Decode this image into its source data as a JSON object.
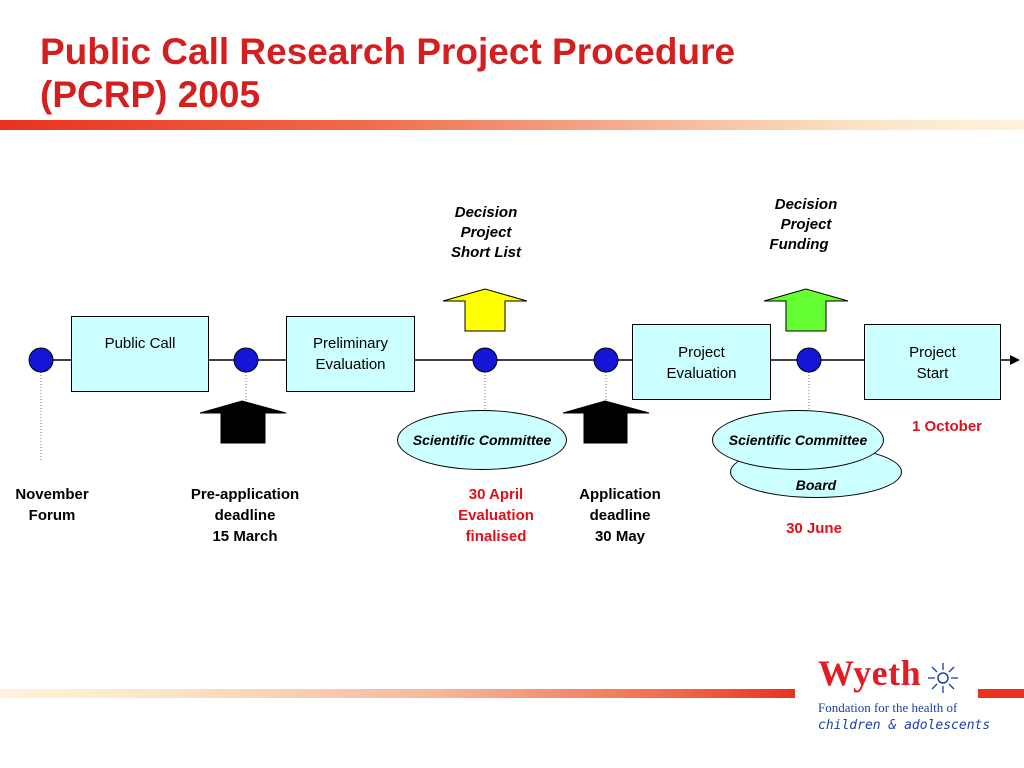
{
  "title": {
    "line1": "Public Call Research Project Procedure",
    "line2": "(PCRP) 2005"
  },
  "colors": {
    "title": "#d51f1f",
    "box_fill": "#ccffff",
    "node_fill": "#1515d8",
    "arrow_yellow": "#ffff00",
    "arrow_green": "#66ff33",
    "arrow_black": "#000000",
    "date_red": "#e0101a"
  },
  "boxes": {
    "public_call": "Public Call",
    "preliminary_evaluation": [
      "Preliminary",
      "Evaluation"
    ],
    "project_evaluation": [
      "Project",
      "Evaluation"
    ],
    "project_start": [
      "Project",
      "Start"
    ]
  },
  "committees": {
    "scientific_committee_1": "Scientific Committee",
    "scientific_committee_2": "Scientific Committee",
    "board": "Board"
  },
  "decisions": {
    "short_list": [
      "Decision",
      "Project",
      "Short List"
    ],
    "funding": [
      "Decision",
      "Project",
      "Funding"
    ]
  },
  "milestones": {
    "november_forum": [
      "November",
      "Forum"
    ],
    "pre_application": [
      "Pre-application",
      "deadline",
      "15 March"
    ],
    "evaluation_finalised": [
      "30 April",
      "Evaluation",
      "finalised"
    ],
    "application_deadline": [
      "Application",
      "deadline",
      "30 May"
    ],
    "june": "30 June",
    "october": "1 October"
  },
  "logo": {
    "brand": "Wyeth",
    "line1": "Fondation for the health of",
    "line2": "children & adolescents",
    "icon": "sun-star-icon"
  }
}
